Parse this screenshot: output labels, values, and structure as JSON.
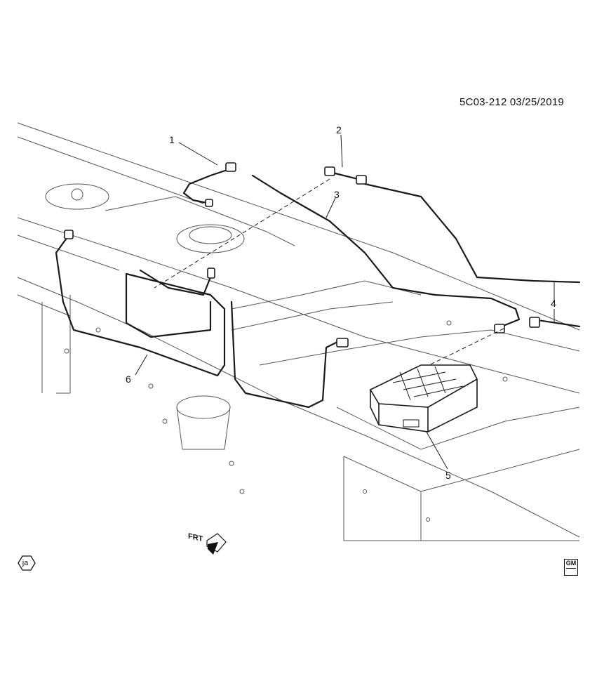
{
  "document": {
    "reference": "5C03-212  03/25/2019"
  },
  "callouts": [
    {
      "id": "1",
      "label": "1"
    },
    {
      "id": "2",
      "label": "2"
    },
    {
      "id": "3",
      "label": "3"
    },
    {
      "id": "4",
      "label": "4"
    },
    {
      "id": "5",
      "label": "5"
    },
    {
      "id": "6",
      "label": "6"
    }
  ],
  "orientation": {
    "front_label": "FRT"
  },
  "symbols": {
    "region_code": "ja",
    "brand_logo": "GM"
  },
  "colors": {
    "line": "#1a1a1a",
    "frame": "#555555",
    "background": "#ffffff"
  }
}
